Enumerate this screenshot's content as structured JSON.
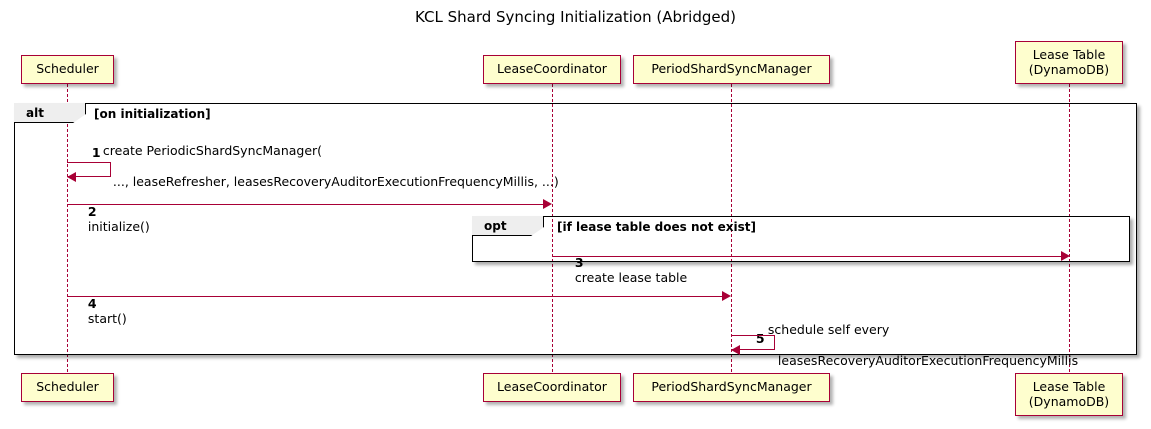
{
  "diagram": {
    "title": "KCL Shard Syncing Initialization (Abridged)",
    "type": "uml-sequence-diagram",
    "colors": {
      "participant_fill": "#FEFECE",
      "participant_border": "#A80036",
      "message_line": "#A80036",
      "frame_border": "#000000",
      "frame_tab_fill": "#EEEEEE",
      "background": "#FFFFFF"
    }
  },
  "participants": [
    {
      "id": "scheduler",
      "label": "Scheduler"
    },
    {
      "id": "lease_coordinator",
      "label": "LeaseCoordinator"
    },
    {
      "id": "period_shard_sync_manager",
      "label": "PeriodShardSyncManager"
    },
    {
      "id": "lease_table",
      "label": "Lease Table\n(DynamoDB)"
    }
  ],
  "fragments": [
    {
      "id": "alt",
      "operator": "alt",
      "guard": "[on initialization]"
    },
    {
      "id": "opt",
      "operator": "opt",
      "guard": "[if lease table does not exist]"
    }
  ],
  "messages": [
    {
      "number": "1",
      "from": "scheduler",
      "to": "scheduler",
      "kind": "self",
      "text_line1": "create PeriodicShardSyncManager(",
      "text_line2": "..., leaseRefresher, leasesRecoveryAuditorExecutionFrequencyMillis, ...)"
    },
    {
      "number": "2",
      "from": "scheduler",
      "to": "lease_coordinator",
      "kind": "sync",
      "text_line1": "initialize()",
      "text_line2": ""
    },
    {
      "number": "3",
      "from": "lease_coordinator",
      "to": "lease_table",
      "kind": "sync",
      "text_line1": "create lease table",
      "text_line2": ""
    },
    {
      "number": "4",
      "from": "scheduler",
      "to": "period_shard_sync_manager",
      "kind": "sync",
      "text_line1": "start()",
      "text_line2": ""
    },
    {
      "number": "5",
      "from": "period_shard_sync_manager",
      "to": "period_shard_sync_manager",
      "kind": "self",
      "text_line1": "schedule self every",
      "text_line2": "leasesRecoveryAuditorExecutionFrequencyMillis"
    }
  ]
}
